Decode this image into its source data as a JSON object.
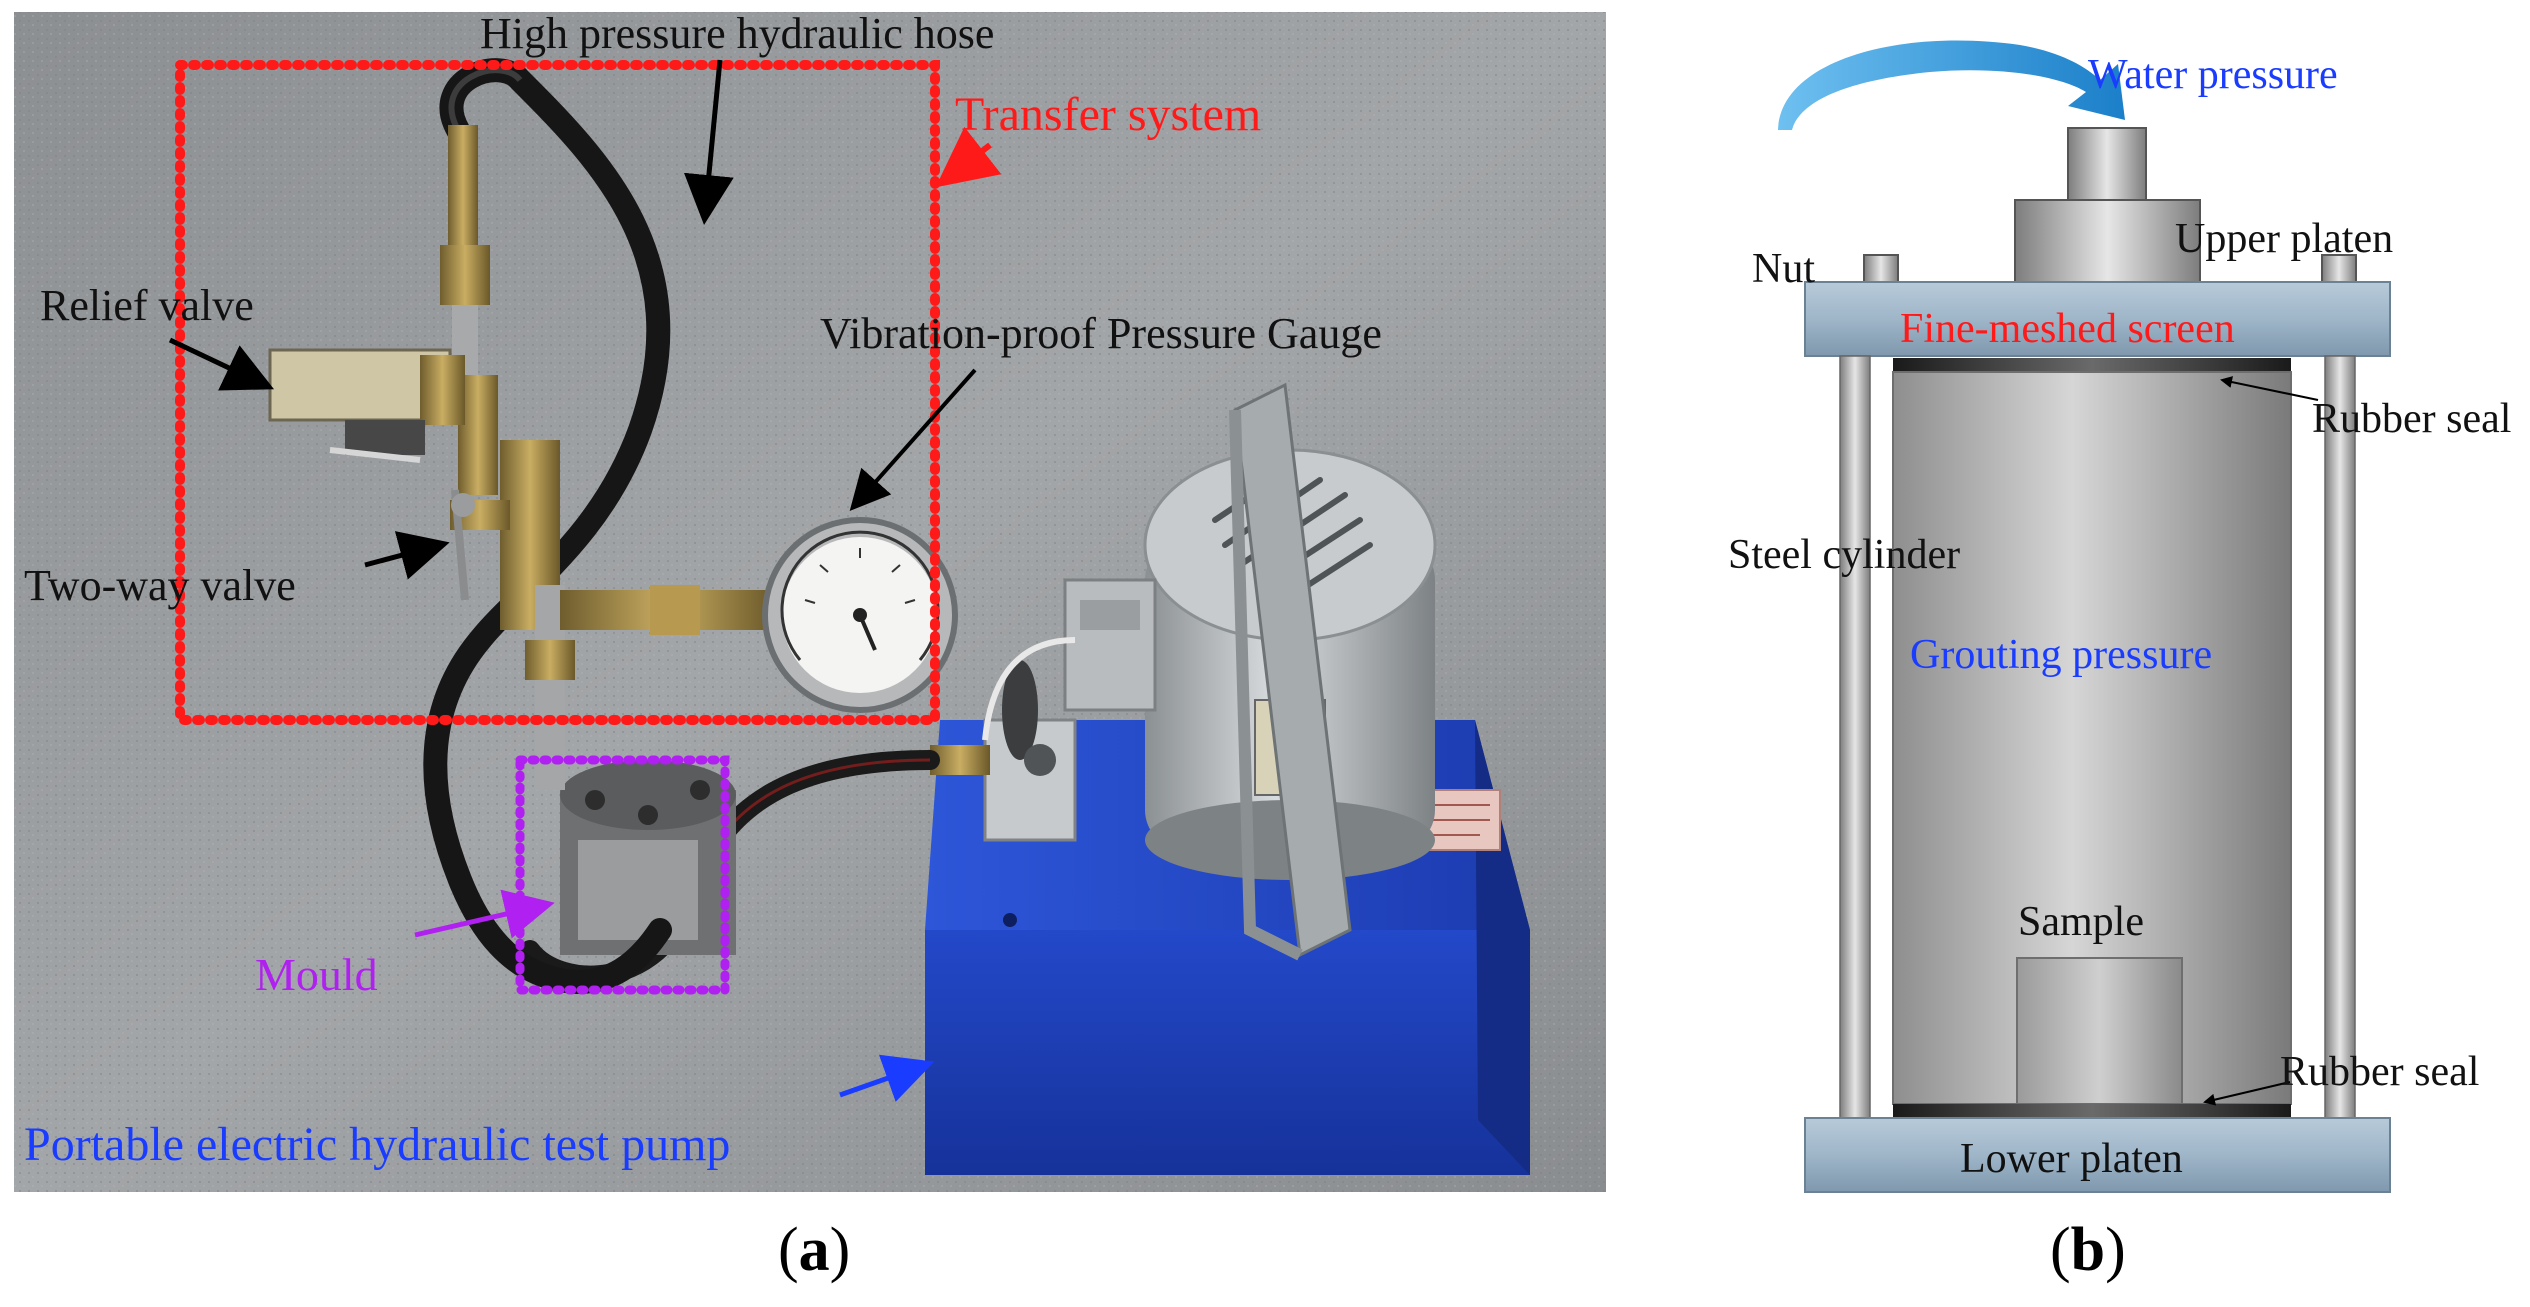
{
  "panel_a": {
    "labels": {
      "hose": "High pressure hydraulic hose",
      "transfer": "Transfer system",
      "relief": "Relief valve",
      "gauge": "Vibration-proof Pressure Gauge",
      "twoway": "Two-way valve",
      "mould": "Mould",
      "pump": "Portable electric hydraulic test pump"
    },
    "caption": {
      "open": "(",
      "letter": "a",
      "close": ")"
    }
  },
  "panel_b": {
    "labels": {
      "water": "Water pressure",
      "nut": "Nut",
      "upper": "Upper platen",
      "screen": "Fine-meshed screen",
      "seal_top": "Rubber seal",
      "steel": "Steel cylinder",
      "grout": "Grouting pressure",
      "sample": "Sample",
      "seal_bottom": "Rubber seal",
      "lower": "Lower platen"
    },
    "caption": {
      "open": "(",
      "letter": "b",
      "close": ")"
    }
  },
  "colors": {
    "red_label": "#ff1a1a",
    "blue_label": "#1a3cff",
    "purple_label": "#b020f0",
    "pump_blue": "#1d3fb8",
    "platen": "#9fb6c9",
    "arrow_blue": "#2b8fd6"
  }
}
